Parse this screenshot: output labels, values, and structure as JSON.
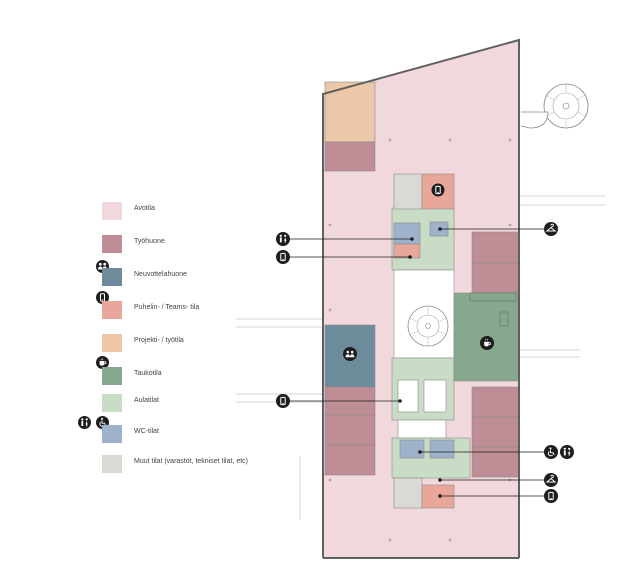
{
  "colors": {
    "avotila": "#f1d8dc",
    "tyohuone": "#bf8d95",
    "neuvottelu": "#6c8c9b",
    "puhelin": "#e8a79a",
    "projekti": "#ecc7a8",
    "taukotila": "#86a98e",
    "aulatilat": "#c8dcc6",
    "wc": "#9fb2cc",
    "muut": "#dad9d6",
    "wall": "#606060",
    "icon": "#1e1e1e"
  },
  "legend": {
    "items": [
      {
        "label": "Avotila",
        "color_key": "avotila",
        "icons": []
      },
      {
        "label": "Työhuone",
        "color_key": "tyohuone",
        "icons": []
      },
      {
        "label": "Neuvottelahuone",
        "color_key": "neuvottelu",
        "icons": [
          "people-icon"
        ]
      },
      {
        "label": "Puhelin- / Teams- tila",
        "color_key": "puhelin",
        "icons": [
          "phone-icon"
        ]
      },
      {
        "label": "Projekti- / työtila",
        "color_key": "projekti",
        "icons": []
      },
      {
        "label": "Taukotila",
        "color_key": "taukotila",
        "icons": [
          "coffee-icon"
        ]
      },
      {
        "label": "Aulatilat",
        "color_key": "aulatilat",
        "icons": []
      },
      {
        "label": "WC-tilat",
        "color_key": "wc",
        "icons": [
          "restroom-icon",
          "accessible-icon"
        ]
      },
      {
        "label": "Muut tilat (varastot, tekniset tilat, etc)",
        "color_key": "muut",
        "icons": []
      }
    ]
  },
  "callouts": {
    "left": [
      "restroom-icon",
      "phone-icon",
      "phone-icon"
    ],
    "right": [
      "hanger-icon",
      "accessible-icon",
      "restroom-icon",
      "hanger-icon",
      "phone-icon"
    ]
  }
}
